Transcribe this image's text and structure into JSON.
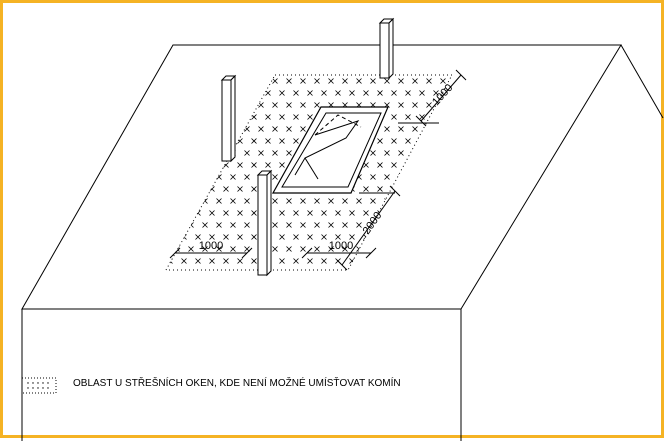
{
  "diagram": {
    "dimension_labels": {
      "top_right": "1000",
      "right": "2000",
      "bottom_left": "1000",
      "bottom_right": "1000"
    },
    "legend": {
      "text": "OBLAST U STŘEŠNÍCH OKEN, KDE NENÍ MOŽNÉ UMÍSŤOVAT KOMÍN"
    },
    "colors": {
      "frame_border": "#f5b324",
      "line": "#000000"
    }
  }
}
